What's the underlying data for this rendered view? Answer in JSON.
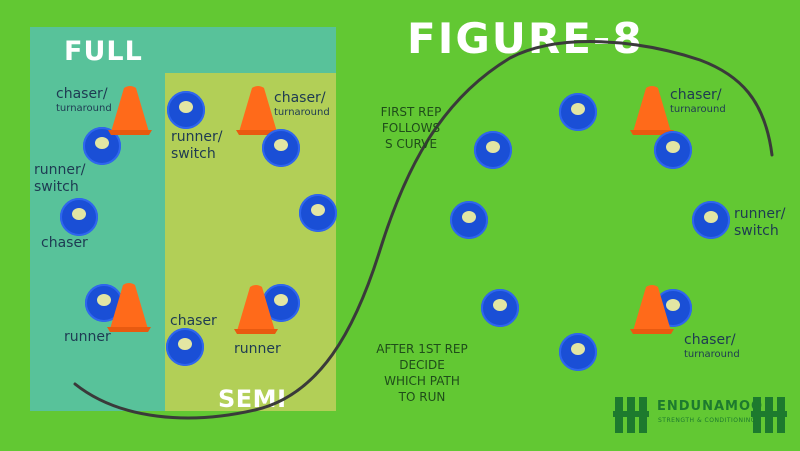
{
  "titles": {
    "main": "FIGURE-8",
    "full_zone": "FULL",
    "semi_zone": "SEMI"
  },
  "labels": {
    "chaser_turnaround": {
      "main": "chaser/",
      "sub": "turnaround"
    },
    "runner_switch": {
      "line1": "runner/",
      "line2": "switch"
    },
    "chaser": "chaser",
    "runner": "runner"
  },
  "notes": {
    "first_rep": [
      "FIRST REP",
      "FOLLOWS",
      "S CURVE"
    ],
    "after_rep": [
      "AFTER 1ST REP",
      "DECIDE",
      "WHICH PATH",
      "TO RUN"
    ]
  },
  "logo": {
    "name": "ENDUNAMOO",
    "tagline": "STRENGTH & CONDITIONING"
  },
  "colors": {
    "field": "#62c833",
    "full_zone": "#58c29a",
    "semi_zone": "#b2cf57",
    "dome": "#1a4fd6",
    "cone": "#ff6a1a",
    "path": "#3a3a3a"
  },
  "icons": [
    "dome-marker-icon",
    "traffic-cone-icon",
    "endunamoo-logo-icon"
  ]
}
